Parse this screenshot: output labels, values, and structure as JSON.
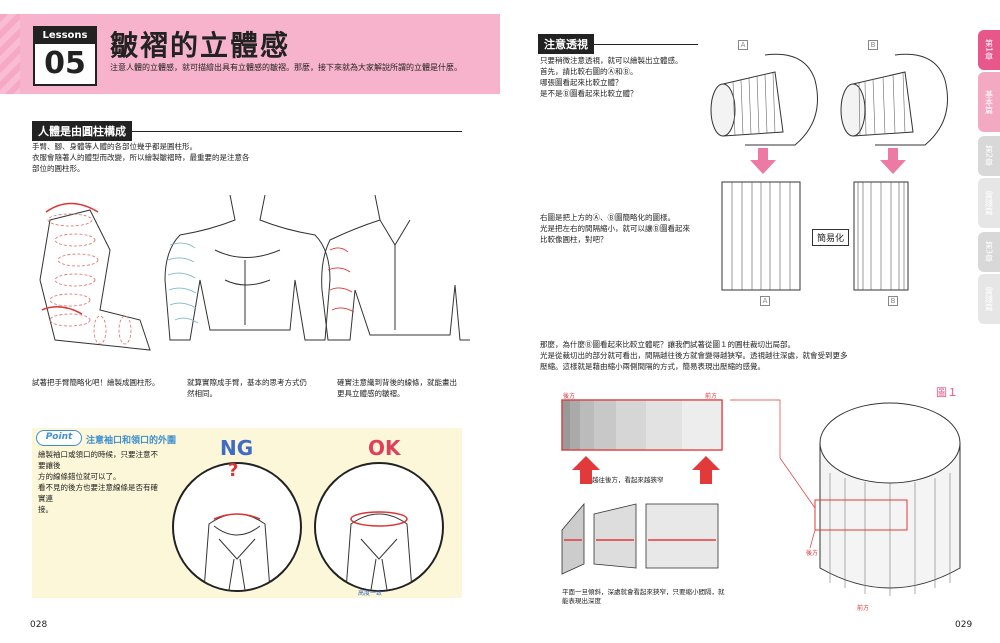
{
  "lesson": {
    "label": "Lessons",
    "number": "05",
    "title": "皺褶的立體感",
    "intro": "注意人體的立體感，就可描繪出具有立體感的皺褶。那麼，接下來就為大家解說所謂的立體是什麼。"
  },
  "left": {
    "section_title": "人體是由圓柱構成",
    "section_text": [
      "手臂、腳、身體等人體的各部位幾乎都是圓柱形。",
      "衣服會隨著人的體型而改變，所以繪製皺褶時，最重要的是注意各",
      "部位的圓柱形。"
    ],
    "captions": [
      "試著把手臂簡略化吧！繪製成圓柱形。",
      "就算實際成手臂，基本的思考方式仍然相同。",
      "確實注意織到背後的線條，就能畫出更具立體感的皺褶。"
    ],
    "point": {
      "badge": "Point",
      "title": "注意袖口和領口的外圍",
      "text": [
        "繪製袖口或領口的時候，只要注意不要讓後",
        "方的線條錯位就可以了。",
        "看不見的後方也要注意線條是否有確實連",
        "接。"
      ],
      "ng": "NG",
      "ok": "OK",
      "question": "?",
      "ok_note": "高度一致"
    },
    "page_number": "028"
  },
  "right": {
    "section_title": "注意透視",
    "text1": [
      "只要稍微注意透視，就可以繪製出立體感。",
      "首先，請比較右圖的Ⓐ和Ⓑ。",
      "哪張圖看起來比較立體？",
      "是不是Ⓑ圖看起來比較立體？"
    ],
    "label_a": "A",
    "label_b": "B",
    "text2": [
      "右圖是把上方的Ⓐ、Ⓑ圖簡略化的圖樣。",
      "光是把左右的間隔縮小，就可以讓Ⓑ圖看起來",
      "比較像圓柱，對吧？"
    ],
    "simplify": "簡易化",
    "text3": [
      "那麼，為什麼Ⓑ圖看起來比較立體呢？讓我們試著從圖１的圓柱裁切出局部。",
      "光是從裁切出的部分就可看出，間隔越往後方就會變得越狹窄。透視越往深處，就會受到更多",
      "壓縮。這樣就是藉由縮小兩側間隔的方式，簡易表現出壓縮的感覺。"
    ],
    "fig_label": "圖１",
    "back_left": "後方",
    "front_label": "前方",
    "narrow_note": "越往後方，看起來越狹窄",
    "back_label": "後方",
    "front_label2": "前方",
    "bottom_note": [
      "平面一旦傾斜，深處就會看起來狹窄，只要縮小間隔，就",
      "能表現出深度"
    ],
    "page_number": "029"
  },
  "tabs": [
    {
      "label": "第1章",
      "color": "#e8578a"
    },
    {
      "label": "基本篇",
      "color": "#f4a9c3"
    },
    {
      "label": "第2章",
      "color": "#d8d8d8"
    },
    {
      "label": "實踐篇",
      "color": "#e6e6e6"
    },
    {
      "label": "第3章",
      "color": "#d8d8d8"
    },
    {
      "label": "實踐篇",
      "color": "#e6e6e6"
    }
  ],
  "colors": {
    "accent": "#f7b3cb",
    "arrow": "#e8578a",
    "red": "#e23a3a"
  }
}
